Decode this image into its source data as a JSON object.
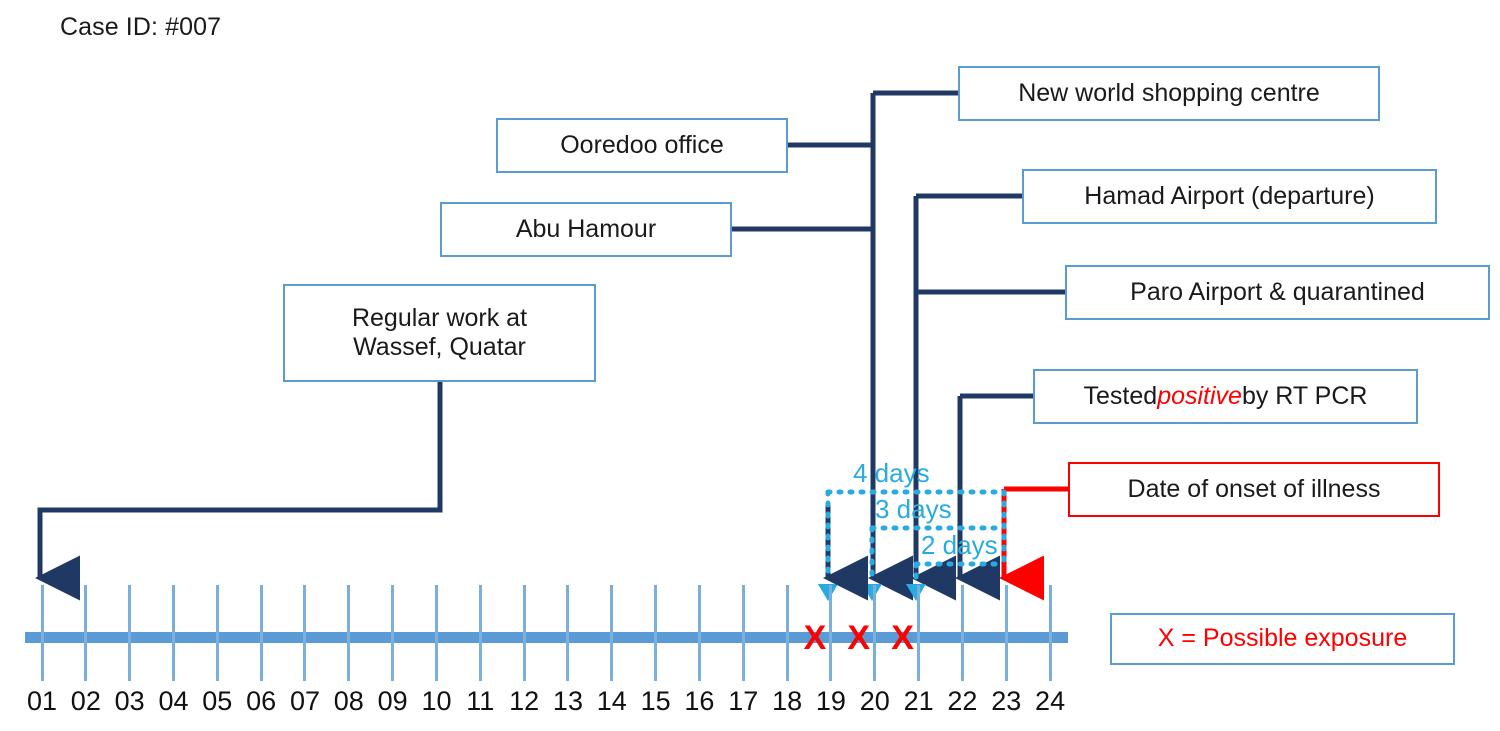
{
  "header": {
    "case_id": "Case ID: #007"
  },
  "colors": {
    "navy": "#1F3864",
    "light_blue_border": "#5B9BD5",
    "axis_blue": "#5B9BD5",
    "tick_blue": "#7BAFDE",
    "cyan": "#29ABE2",
    "red": "#FF0000",
    "text": "#1a1a1a"
  },
  "events": [
    {
      "id": "new-world-shopping-centre",
      "label": "New world shopping centre",
      "day": 20,
      "border": "light-blue"
    },
    {
      "id": "ooredoo-office",
      "label": "Ooredoo office",
      "day": 20,
      "border": "light-blue"
    },
    {
      "id": "abu-hamour",
      "label": "Abu Hamour",
      "day": 20,
      "border": "light-blue"
    },
    {
      "id": "regular-work",
      "label": "Regular work at Wassef, Quatar",
      "line1": "Regular work at",
      "line2": "Wassef, Quatar",
      "day": 1,
      "border": "light-blue"
    },
    {
      "id": "hamad-airport-departure",
      "label": "Hamad Airport (departure)",
      "day": 21,
      "border": "light-blue"
    },
    {
      "id": "paro-airport-quarantined",
      "label": "Paro Airport & quarantined",
      "day": 21,
      "border": "light-blue"
    },
    {
      "id": "tested-positive",
      "label": "Tested positive by RT PCR",
      "pre": "Tested ",
      "em": "positive",
      "post": " by RT PCR",
      "day": 22,
      "border": "light-blue"
    },
    {
      "id": "date-of-onset",
      "label": "Date of onset of illness",
      "day": 23,
      "border": "red"
    }
  ],
  "legend": {
    "text": "X = Possible exposure"
  },
  "chart_data": {
    "type": "timeline",
    "title": "Case ID: #007",
    "xlabel": "",
    "axis_ticks": [
      "01",
      "02",
      "03",
      "04",
      "05",
      "06",
      "07",
      "08",
      "09",
      "10",
      "11",
      "12",
      "13",
      "14",
      "15",
      "16",
      "17",
      "18",
      "19",
      "20",
      "21",
      "22",
      "23",
      "24"
    ],
    "axis_range": [
      1,
      24
    ],
    "grid": false,
    "legend_position": "bottom-right",
    "markers": [
      {
        "day": 1,
        "type": "navy-arrow",
        "event": "Regular work at Wassef, Quatar"
      },
      {
        "day": 19,
        "type": "navy-arrow+cyan-arrow",
        "event": "Abu Hamour"
      },
      {
        "day": 20,
        "type": "navy-arrow+cyan-arrow",
        "event": "Ooredoo office / New world shopping centre"
      },
      {
        "day": 21,
        "type": "navy-arrow+cyan-arrow",
        "event": "Hamad Airport (departure) / Paro Airport & quarantined"
      },
      {
        "day": 22,
        "type": "navy-arrow",
        "event": "Tested positive by RT PCR"
      },
      {
        "day": 23,
        "type": "red-arrow",
        "event": "Date of onset of illness"
      }
    ],
    "exposure_days": [
      19,
      20,
      21
    ],
    "exposure_symbol": "X",
    "intervals": [
      {
        "label": "4 days",
        "from_day": 19,
        "to_day": 23,
        "value": 4,
        "unit": "days"
      },
      {
        "label": "3 days",
        "from_day": 20,
        "to_day": 23,
        "value": 3,
        "unit": "days"
      },
      {
        "label": "2 days",
        "from_day": 21,
        "to_day": 23,
        "value": 2,
        "unit": "days"
      }
    ]
  }
}
